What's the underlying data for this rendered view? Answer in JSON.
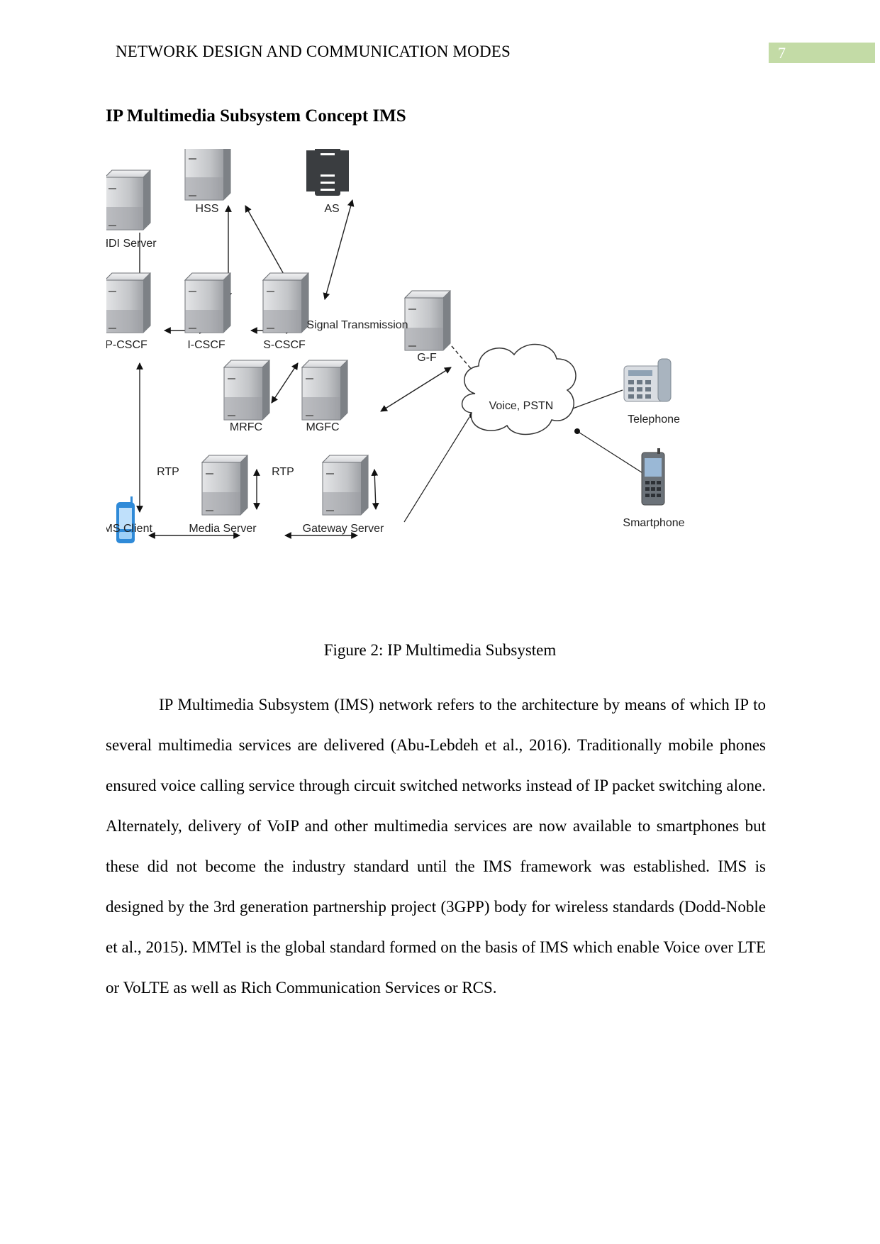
{
  "header": {
    "running_title": "NETWORK DESIGN AND COMMUNICATION MODES",
    "page_number": "7",
    "page_number_bar_color": "#c3dba6"
  },
  "section_heading": "IP Multimedia Subsystem Concept IMS",
  "figure": {
    "caption": "Figure 2: IP Multimedia Subsystem",
    "nodes": {
      "hdi_server": "HDI Server",
      "hss": "HSS",
      "as": "AS",
      "p_cscf": "P-CSCF",
      "i_cscf": "I-CSCF",
      "s_cscf": "S-CSCF",
      "mrfc": "MRFC",
      "mgfc": "MGFC",
      "gf": "G-F",
      "ims_client": "IMS Client",
      "media_server": "Media Server",
      "gateway_server": "Gateway Server",
      "cloud": "Voice, PSTN",
      "telephone": "Telephone",
      "smartphone": "Smartphone"
    },
    "edge_labels": {
      "rtp_left": "RTP",
      "rtp_right": "RTP",
      "signal": "Signal Transmission"
    },
    "icons": [
      "server-icon",
      "application-server-icon",
      "mobile-client-icon",
      "cloud-icon",
      "telephone-icon",
      "smartphone-icon"
    ],
    "colors": {
      "server_body": "#c9cbce",
      "server_dark": "#7d8186",
      "as_icon": "#3a3d40",
      "client_blue": "#2f8ad8"
    }
  },
  "body_paragraph": "IP Multimedia Subsystem (IMS) network refers to the architecture by means of which IP to several multimedia services are delivered (Abu-Lebdeh et al., 2016). Traditionally mobile phones ensured voice calling service through circuit switched networks instead of IP packet switching alone. Alternately, delivery of VoIP and other multimedia services are now available to smartphones but these did not become the industry standard until the IMS framework was established. IMS is designed by the 3rd generation partnership project (3GPP) body for wireless standards (Dodd-Noble et al., 2015). MMTel is the global standard formed on the basis of IMS which enable Voice over LTE or VoLTE as well as Rich Communication Services or RCS."
}
